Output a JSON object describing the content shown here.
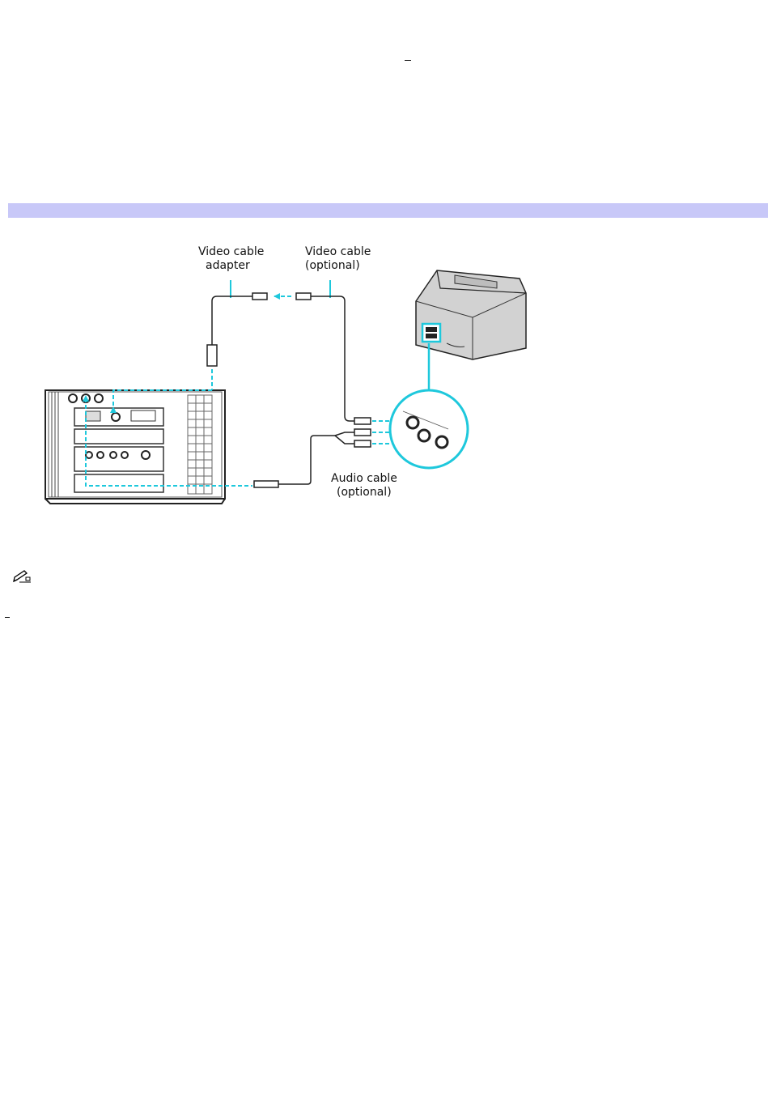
{
  "nav": {
    "top_link": "",
    "bottom_link": ""
  },
  "diagram": {
    "labels": {
      "video_cable_adapter_line1": "Video cable",
      "video_cable_adapter_line2": "adapter",
      "video_cable_line1": "Video cable",
      "video_cable_line2": "(optional)",
      "audio_cable_line1": "Audio cable",
      "audio_cable_line2": "(optional)"
    },
    "colors": {
      "section_bar": "#c8c8f8",
      "connection_highlight": "#1ec8dc",
      "device_outline": "#222222",
      "tv_body": "#d2d2d2"
    }
  },
  "icons": [
    "pencil-note-icon"
  ]
}
